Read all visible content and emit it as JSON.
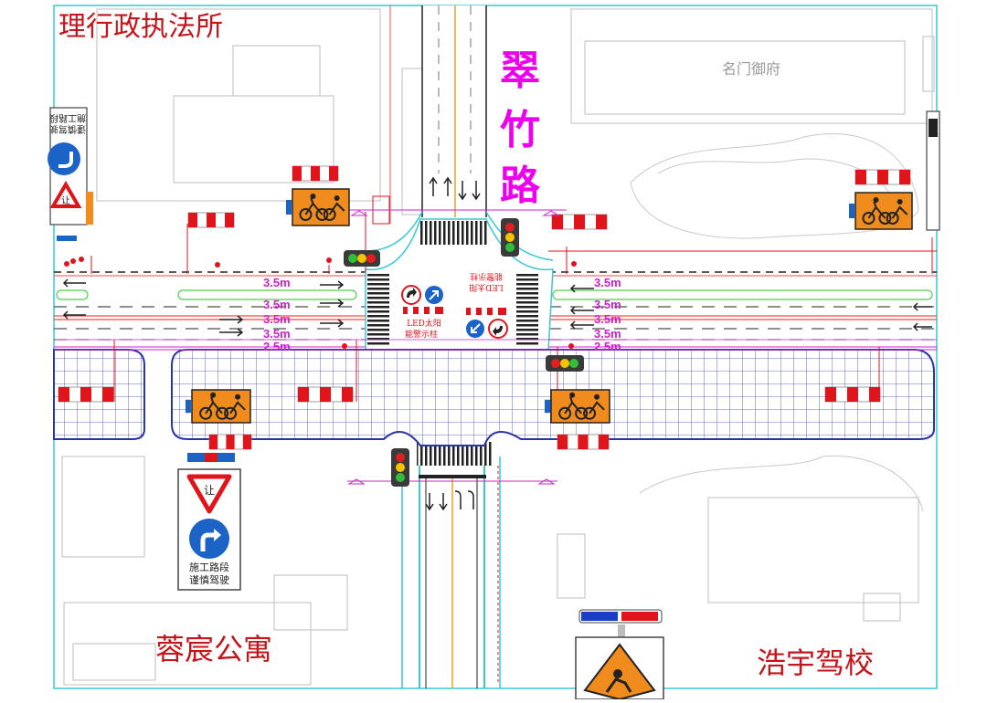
{
  "places": {
    "north_west": "理行政执法所",
    "north_east": "名门御府",
    "south_west": "蓉宸公寓",
    "south_east": "浩宇驾校"
  },
  "road_name": [
    "翠",
    "竹",
    "路"
  ],
  "lane_widths": {
    "west": [
      "3.5m",
      "3.5m",
      "3.5m",
      "3.5m",
      "2.5m"
    ],
    "east": [
      "3.5m",
      "3.5m",
      "3.5m",
      "3.5m",
      "2.5m"
    ]
  },
  "signs": {
    "yield": "让",
    "work_zone_line1": "施工路段",
    "work_zone_line2": "谨慎驾驶",
    "led_line1": "LED太阳",
    "led_line2": "能警示柱",
    "top_left_sign_line1": "施工路段",
    "top_left_sign_line2": "谨慎驾驶",
    "top_left_yield": "让"
  },
  "colors": {
    "cad_cyan": "#37c8d6",
    "road_name_magenta": "#ee00ee",
    "place_red": "#c4151c",
    "dimension_magenta": "#cc22cc",
    "sidewalk_blue": "#2c35a8",
    "sign_orange": "#f08c1e",
    "sign_blue": "#1b63c6",
    "barrier_red": "#e0151c"
  }
}
